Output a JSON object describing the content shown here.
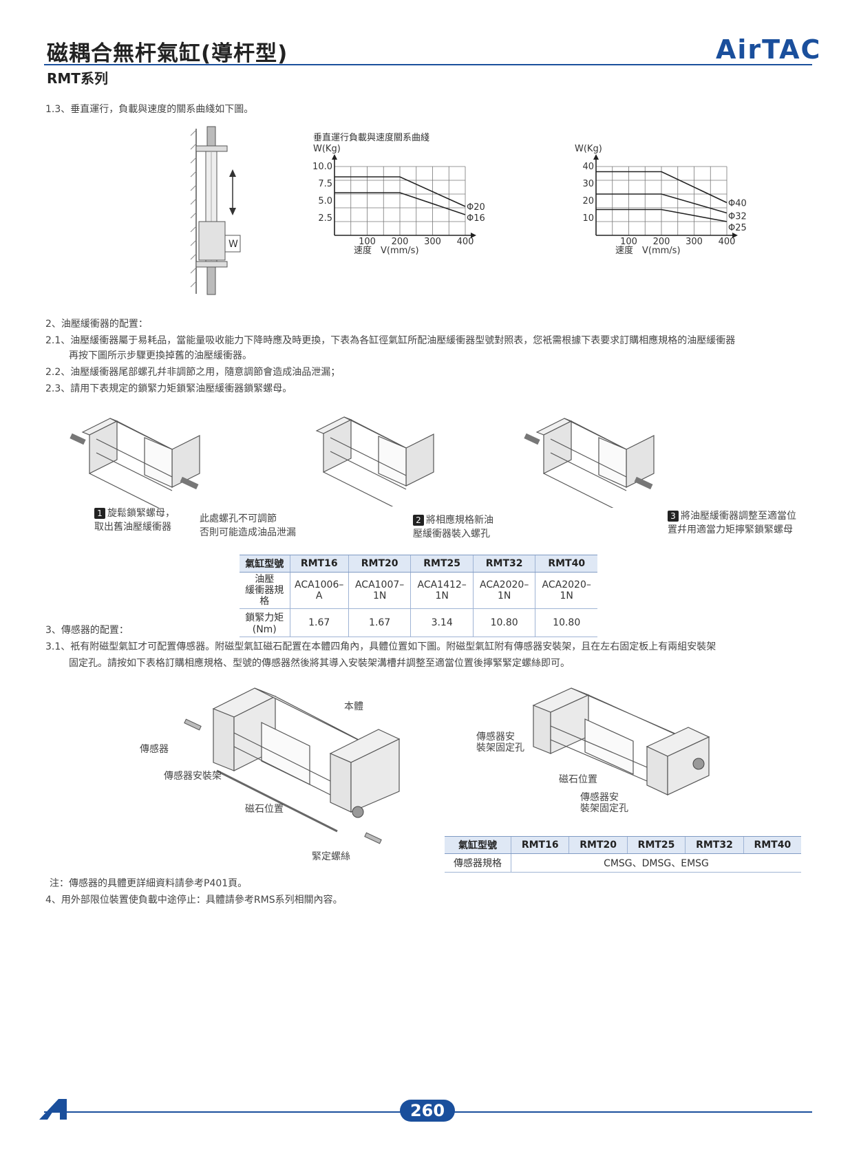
{
  "header": {
    "title": "磁耦合無杆氣缸(導杆型)",
    "series": "RMT系列",
    "logo": "AirTAC"
  },
  "section1": {
    "intro": "1.3、垂直運行，負載與速度的關系曲綫如下圖。",
    "diagram_label": "W"
  },
  "chart_data": [
    {
      "type": "line",
      "title": "垂直運行負載與速度關系曲綫",
      "ylabel": "W(Kg)",
      "xlabel": "速度　V(mm/s)",
      "x_ticks": [
        "100",
        "200",
        "300",
        "400"
      ],
      "y_ticks": [
        "10.0",
        "7.5",
        "5.0",
        "2.5"
      ],
      "xlim": [
        0,
        400
      ],
      "ylim": [
        0,
        10
      ],
      "grid": true,
      "series": [
        {
          "name": "Φ20",
          "x": [
            0,
            200,
            400
          ],
          "y": [
            8.5,
            8.5,
            4.2
          ]
        },
        {
          "name": "Φ16",
          "x": [
            0,
            200,
            400
          ],
          "y": [
            6.2,
            6.2,
            3.0
          ]
        }
      ]
    },
    {
      "type": "line",
      "ylabel": "W(Kg)",
      "xlabel": "速度　V(mm/s)",
      "x_ticks": [
        "100",
        "200",
        "300",
        "400"
      ],
      "y_ticks": [
        "40",
        "30",
        "20",
        "10"
      ],
      "xlim": [
        0,
        400
      ],
      "ylim": [
        0,
        40
      ],
      "grid": true,
      "series": [
        {
          "name": "Φ40",
          "x": [
            0,
            200,
            400
          ],
          "y": [
            37,
            37,
            19
          ]
        },
        {
          "name": "Φ32",
          "x": [
            0,
            200,
            400
          ],
          "y": [
            24,
            24,
            13
          ]
        },
        {
          "name": "Φ25",
          "x": [
            0,
            200,
            400
          ],
          "y": [
            15,
            15,
            8
          ]
        }
      ]
    }
  ],
  "section2": {
    "heading": "2、油壓緩衝器的配置：",
    "p1a": "2.1、油壓緩衝器屬于易耗品，當能量吸收能力下降時應及時更換，下表為各缸徑氣缸所配油壓緩衝器型號對照表，您衹需根據下表要求訂購相應規格的油壓緩衝器",
    "p1b": "再按下圖所示步驟更換掉舊的油壓緩衝器。",
    "p2": "2.2、油壓緩衝器尾部螺孔幷非調節之用，隨意調節會造成油品泄漏；",
    "p3": "2.3、請用下表規定的鎖緊力矩鎖緊油壓緩衝器鎖緊螺母。",
    "step1_num": "1",
    "step1a": "旋鬆鎖緊螺母，",
    "step1b": "取出舊油壓緩衝器",
    "note_a": "此處螺孔不可調節",
    "note_b": "否則可能造成油品泄漏",
    "step2_num": "2",
    "step2a": "將相應規格新油",
    "step2b": "壓緩衝器裝入螺孔",
    "step3_num": "3",
    "step3a": "將油壓緩衝器調整至適當位",
    "step3b": "置幷用適當力矩擰緊鎖緊螺母"
  },
  "table1": {
    "headers": [
      "氣缸型號",
      "RMT16",
      "RMT20",
      "RMT25",
      "RMT32",
      "RMT40"
    ],
    "row1_label_a": "油壓",
    "row1_label_b": "緩衝器規格",
    "row1": [
      "ACA1006–A",
      "ACA1007–1N",
      "ACA1412–1N",
      "ACA2020–1N",
      "ACA2020–1N"
    ],
    "row2_label": "鎖緊力矩(Nm)",
    "row2": [
      "1.67",
      "1.67",
      "3.14",
      "10.80",
      "10.80"
    ]
  },
  "section3": {
    "heading": "3、傳感器的配置：",
    "p1a": "3.1、衹有附磁型氣缸才可配置傳感器。附磁型氣缸磁石配置在本體四角內，具體位置如下圖。附磁型氣缸附有傳感器安裝架，且在左右固定板上有兩組安裝架",
    "p1b": "固定孔。請按如下表格訂購相應規格、型號的傳感器然後將其導入安裝架溝槽幷調整至適當位置後擰緊緊定螺絲即可。",
    "lbl_body": "本體",
    "lbl_sensor": "傳感器",
    "lbl_bracket": "傳感器安裝架",
    "lbl_magnet": "磁石位置",
    "lbl_screw": "緊定螺絲",
    "lbl_hole1a": "傳感器安",
    "lbl_hole1b": "裝架固定孔",
    "lbl_magnet2": "磁石位置",
    "lbl_hole2a": "傳感器安",
    "lbl_hole2b": "裝架固定孔"
  },
  "table2": {
    "headers": [
      "氣缸型號",
      "RMT16",
      "RMT20",
      "RMT25",
      "RMT32",
      "RMT40"
    ],
    "row_label": "傳感器規格",
    "row_value": "CMSG、DMSG、EMSG"
  },
  "notes": {
    "n1": "注：傳感器的具體更詳細資料請參考P401頁。",
    "n2": "4、用外部限位裝置使負載中途停止：具體請參考RMS系列相關內容。"
  },
  "footer": {
    "page": "260"
  }
}
